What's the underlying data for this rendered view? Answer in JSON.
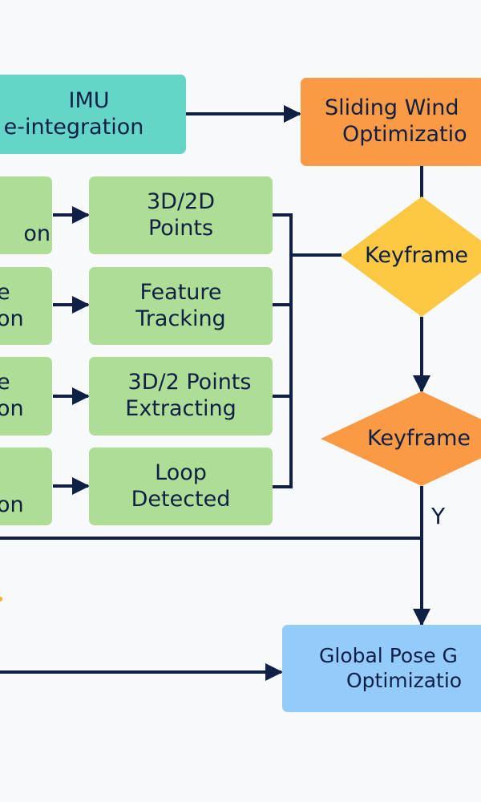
{
  "colors": {
    "background": "#f8f9fa",
    "line": "#0f1f45",
    "imu": "#63d6c9",
    "sliding_window": "#fb9a45",
    "green_blocks": "#aedd95",
    "keyframe_decision_1": "#fcc844",
    "keyframe_decision_2": "#fb9a45",
    "global_pose": "#93cbfb"
  },
  "nodes": {
    "imu": {
      "line1": "IMU",
      "line2": "e-integration"
    },
    "sliding_window": {
      "line1": "Sliding Wind",
      "line2": "Optimizatio"
    },
    "left_blocks": [
      {
        "line1": "",
        "line2": "on"
      },
      {
        "line1": "e",
        "line2": "on"
      },
      {
        "line1": "e",
        "line2": "on"
      },
      {
        "line1": "",
        "line2": "on"
      }
    ],
    "mid_blocks": [
      {
        "line1": "3D/2D",
        "line2": "Points"
      },
      {
        "line1": "Feature",
        "line2": "Tracking"
      },
      {
        "line1": "3D/2 Points",
        "line2": "Extracting"
      },
      {
        "line1": "Loop",
        "line2": "Detected"
      }
    ],
    "keyframe_1": {
      "label": "Keyframe"
    },
    "keyframe_2": {
      "label": "Keyframe"
    },
    "global_pose": {
      "line1": "Global Pose G",
      "line2": "Optimizatio"
    }
  },
  "edge_labels": {
    "yes": "Y"
  }
}
